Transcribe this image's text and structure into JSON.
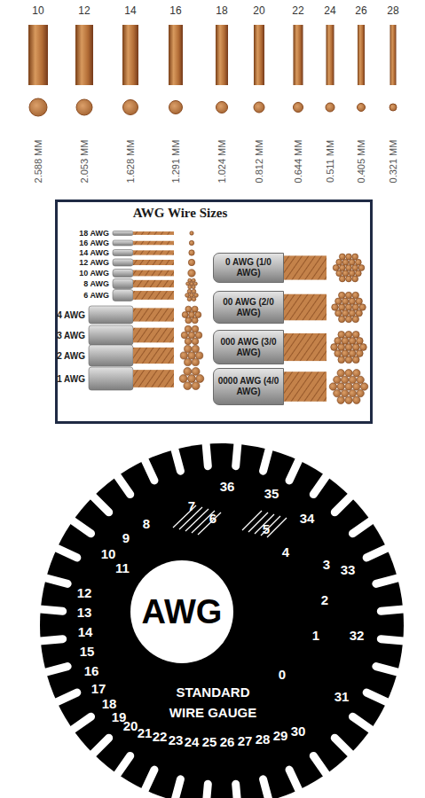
{
  "diagram": {
    "nodes": [
      {
        "text": [
          "AWG Wire Sizes"
        ]
      },
      {
        "text": [
          "0 AWG (1/0 AWG)"
        ],
        "in": 0
      },
      {
        "text": [
          "00 AWG (2/0 AWG)"
        ],
        "in": 0
      },
      {
        "text": [
          "000 AWG (3/0 AWG)"
        ],
        "in": 0
      },
      {
        "text": [
          "0000 AWG (4/0 AWG)"
        ],
        "in": 0
      },
      {
        "text": [
          "STANDARD WIRE GAUGE"
        ]
      },
      {
        "text": [
          "AWG"
        ],
        "in": 5
      }
    ],
    "labels": [
      "10",
      "12",
      "14",
      "16",
      "18",
      "20",
      "22",
      "24",
      "26",
      "28",
      "2.588 MM",
      "2.053 MM",
      "1.628 MM",
      "1.291 MM",
      "1.024 MM",
      "0.812 MM",
      "0.644 MM",
      "0.511 MM",
      "0.405 MM",
      "0.321 MM",
      "18 AWG",
      "16 AWG",
      "14 AWG",
      "12 AWG",
      "10 AWG",
      "8 AWG",
      "6 AWG",
      "4 AWG",
      "3 AWG",
      "2 AWG",
      "1 AWG",
      "0",
      "1",
      "2",
      "3",
      "4",
      "5",
      "6",
      "7",
      "8",
      "9",
      "10",
      "11",
      "12",
      "13",
      "14",
      "15",
      "16",
      "17",
      "18",
      "19",
      "20",
      "21",
      "22",
      "23",
      "24",
      "25",
      "26",
      "27",
      "28",
      "29",
      "30",
      "31",
      "32",
      "33",
      "34",
      "35",
      "36"
    ]
  }
}
